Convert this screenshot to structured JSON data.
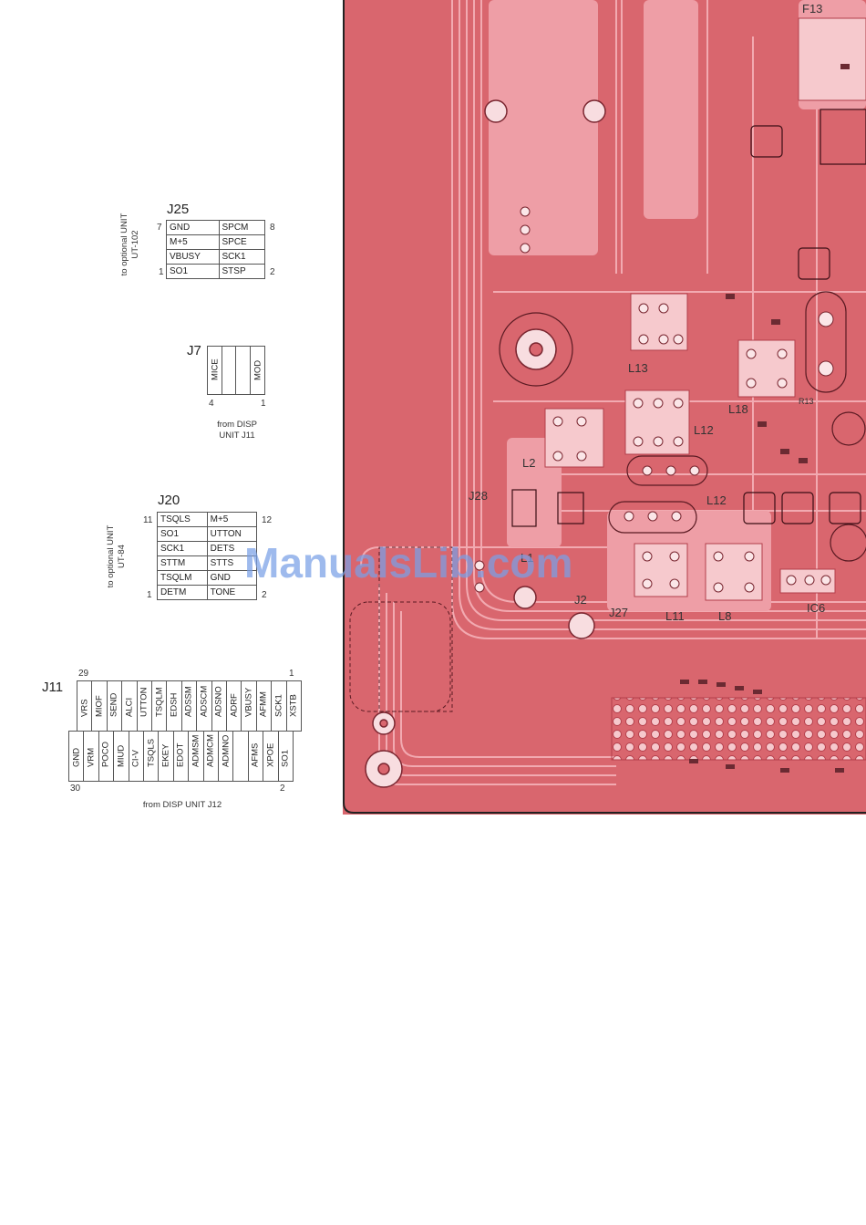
{
  "j25": {
    "label": "J25",
    "side_note": "to optional UNIT\nUT-102",
    "pins": {
      "top_left": "7",
      "top_right": "8",
      "bottom_left": "1",
      "bottom_right": "2"
    },
    "rows": [
      [
        "GND",
        "SPCM"
      ],
      [
        "M+5",
        "SPCE"
      ],
      [
        "VBUSY",
        "SCK1"
      ],
      [
        "SO1",
        "STSP"
      ]
    ]
  },
  "j7": {
    "label": "J7",
    "cells": [
      "MICE",
      "",
      "",
      "MOD"
    ],
    "pins": {
      "left": "4",
      "right": "1"
    },
    "note": "from DISP\nUNIT J11"
  },
  "j20": {
    "label": "J20",
    "side_note": "to optional UNIT\nUT-84",
    "pins": {
      "top_left": "11",
      "top_right": "12",
      "bottom_left": "1",
      "bottom_right": "2"
    },
    "rows": [
      [
        "TSQLS",
        "M+5"
      ],
      [
        "SO1",
        "UTTON"
      ],
      [
        "SCK1",
        "DETS"
      ],
      [
        "STTM",
        "STTS"
      ],
      [
        "TSQLM",
        "GND"
      ],
      [
        "DETM",
        "TONE"
      ]
    ]
  },
  "j11": {
    "label": "J11",
    "pin_top_left": "29",
    "pin_top_right": "1",
    "pin_bottom_left": "30",
    "pin_bottom_right": "2",
    "top_row": [
      "VRS",
      "MIOF",
      "SEND",
      "ALCI",
      "UTTON",
      "TSQLM",
      "EDSH",
      "ADSSM",
      "ADSCM",
      "ADSNO",
      "ADRF",
      "VBUSY",
      "AFMM",
      "SCK1",
      "XSTB"
    ],
    "bottom_row": [
      "GND",
      "VRM",
      "POCO",
      "MIUD",
      "CI-V",
      "TSQLS",
      "EKEY",
      "EDOT",
      "ADMSM",
      "ADMCM",
      "ADMNO",
      "",
      "AFMS",
      "XPOE",
      "SO1"
    ],
    "note": "from DISP UNIT J12"
  },
  "pcb_labels": [
    "F13",
    "L13",
    "L18",
    "L12",
    "L2",
    "J28",
    "L1",
    "J2",
    "J27",
    "L11",
    "L8",
    "IC6",
    "L12",
    "R13"
  ],
  "watermark": "ManualsLib.com",
  "colors": {
    "pcb": "#d9666e",
    "trace": "#f0a5ad",
    "copper": "#c24b57"
  }
}
